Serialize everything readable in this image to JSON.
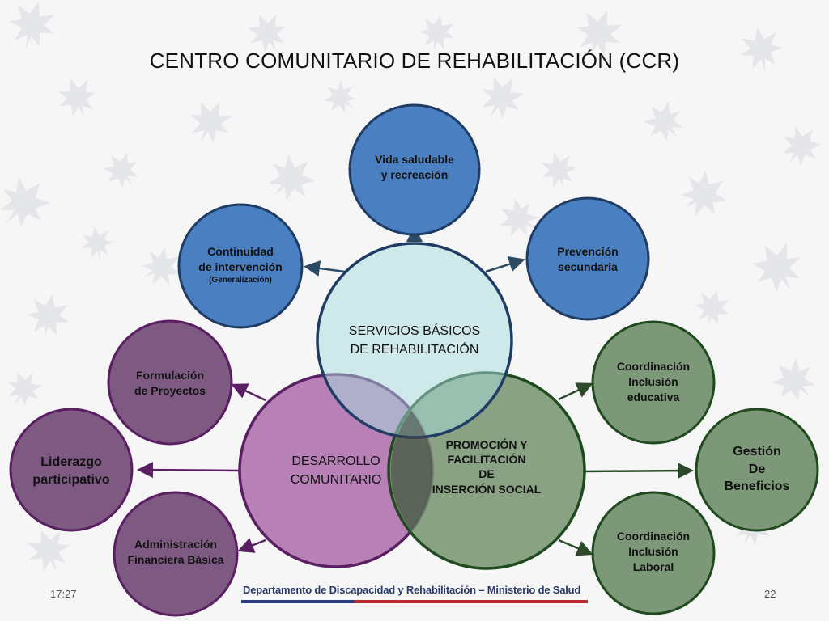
{
  "title": "CENTRO COMUNITARIO DE REHABILITACIÓN (CCR)",
  "hubs": {
    "servicios": {
      "lines": [
        "SERVICIOS BÁSICOS",
        "DE REHABILITACIÓN"
      ]
    },
    "desarrollo": {
      "lines": [
        "DESARROLLO",
        "COMUNITARIO"
      ]
    },
    "promocion": {
      "lines": [
        "PROMOCIÓN Y",
        "FACILITACIÓN",
        "DE",
        "INSERCIÓN SOCIAL"
      ]
    }
  },
  "nodes": {
    "vida": {
      "lines": [
        "Vida saludable",
        "y recreación"
      ]
    },
    "continuidad": {
      "lines": [
        "Continuidad",
        "de intervención"
      ],
      "note": "(Generalización)"
    },
    "prevencion": {
      "lines": [
        "Prevención",
        "secundaria"
      ]
    },
    "formulacion": {
      "lines": [
        "Formulación",
        "de Proyectos"
      ]
    },
    "liderazgo": {
      "lines": [
        "Liderazgo",
        "participativo"
      ]
    },
    "administracion": {
      "lines": [
        "Administración",
        "Financiera Básica"
      ]
    },
    "educativa": {
      "lines": [
        "Coordinación",
        "Inclusión",
        "educativa"
      ]
    },
    "gestion": {
      "lines": [
        "Gestión",
        "De",
        "Beneficios"
      ]
    },
    "laboral": {
      "lines": [
        "Coordinación",
        "Inclusión",
        "Laboral"
      ]
    }
  },
  "footer": {
    "time": "17:27",
    "department": "Departamento de Discapacidad y Rehabilitación – Ministerio de Salud",
    "page": "22"
  },
  "colors": {
    "blue": "#4a7fc1",
    "teal": "#b8e2e3",
    "purple": "#7e5a83",
    "magenta": "#b37ab4",
    "green": "#7d9878",
    "flag_blue": "#2b3a8a",
    "flag_red": "#c0262d"
  }
}
